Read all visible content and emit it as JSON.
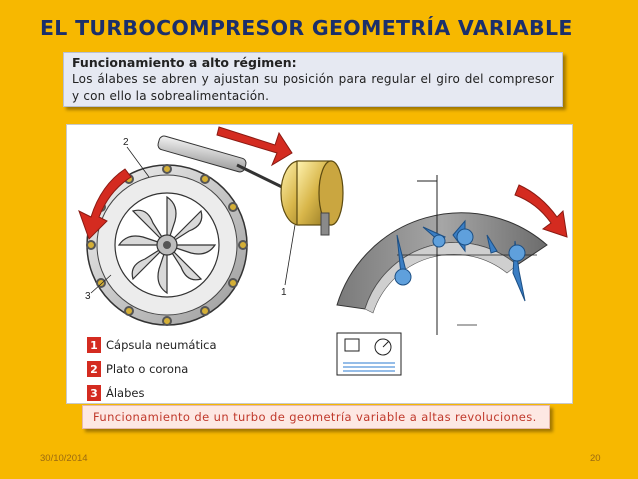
{
  "slide": {
    "title": "EL TURBOCOMPRESOR GEOMETRÍA VARIABLE",
    "footer_date": "30/10/2014",
    "page_number": "20"
  },
  "info_box": {
    "heading": "Funcionamiento a alto régimen:",
    "text": "Los álabes se abren y ajustan su  posición para regular el giro del compresor y con ello la sobrealimentación."
  },
  "figure": {
    "callouts": [
      "2",
      "3",
      "1"
    ],
    "legend": [
      {
        "number": "1",
        "label": "Cápsula neumática"
      },
      {
        "number": "2",
        "label": "Plato o corona"
      },
      {
        "number": "3",
        "label": "Álabes"
      }
    ],
    "caption": "Funcionamiento de un turbo de geometría variable a altas revoluciones."
  },
  "colors": {
    "background": "#f7b800",
    "title": "#1b2f6b",
    "accent_red": "#d42b20",
    "vane_blue": "#3a7ec4"
  }
}
